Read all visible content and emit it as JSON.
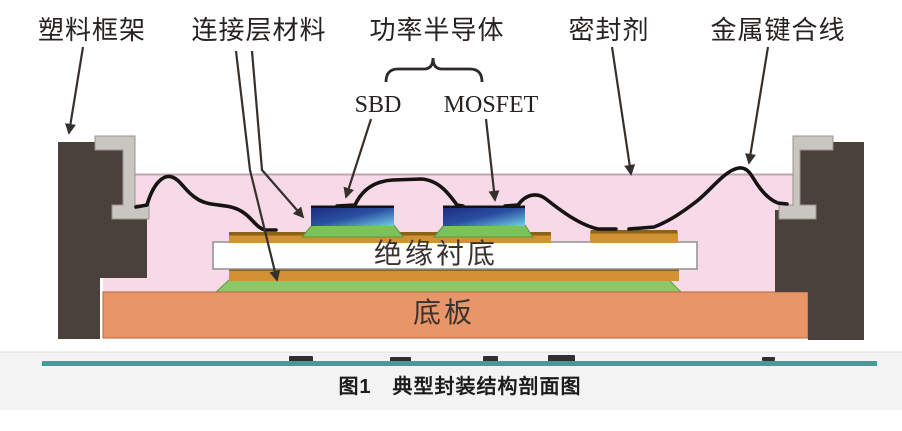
{
  "figure": {
    "labels": {
      "plastic_frame": "塑料框架",
      "connection_layer": "连接层材料",
      "power_semiconductor": "功率半导体",
      "sbd": "SBD",
      "mosfet": "MOSFET",
      "sealant": "密封剂",
      "bond_wire": "金属键合线",
      "substrate": "绝缘衬底",
      "baseplate": "底板"
    },
    "colors": {
      "encapsulant_pink": "#f7d9e8",
      "frame_dark": "#4b413c",
      "lead_gray": "#c9c5c0",
      "copper": "#d29132",
      "copper_edge": "#8a6218",
      "solder_green": "#8cc768",
      "die_attach_green": "#7cc25c",
      "baseplate_salmon": "#e79569",
      "die_blue_dark": "#1c2b7c",
      "die_blue_light": "#74cdea",
      "wire_black": "#161412",
      "arrow_dark": "#35302c"
    }
  },
  "caption": {
    "text": "图1　典型封装结构剖面图",
    "rule_color": "#3f9e97"
  }
}
